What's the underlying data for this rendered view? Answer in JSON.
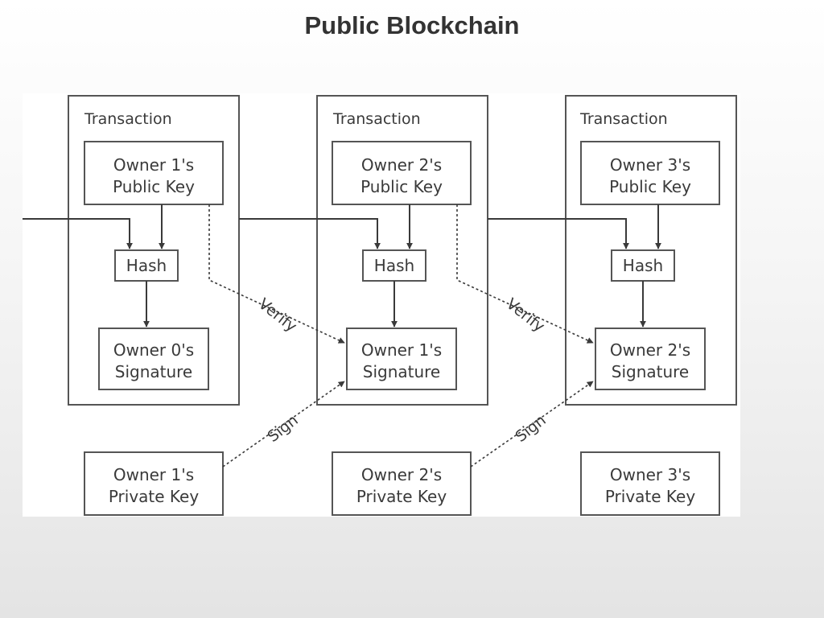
{
  "slide": {
    "title": "Public Blockchain"
  },
  "diagram": {
    "transactions": [
      {
        "label": "Transaction",
        "public_key": [
          "Owner 1's",
          "Public Key"
        ],
        "hash": "Hash",
        "signature": [
          "Owner 0's",
          "Signature"
        ],
        "private_key": [
          "Owner 1's",
          "Private Key"
        ]
      },
      {
        "label": "Transaction",
        "public_key": [
          "Owner 2's",
          "Public Key"
        ],
        "hash": "Hash",
        "signature": [
          "Owner 1's",
          "Signature"
        ],
        "private_key": [
          "Owner 2's",
          "Private Key"
        ]
      },
      {
        "label": "Transaction",
        "public_key": [
          "Owner 3's",
          "Public Key"
        ],
        "hash": "Hash",
        "signature": [
          "Owner 2's",
          "Signature"
        ],
        "private_key": [
          "Owner 3's",
          "Private Key"
        ]
      }
    ],
    "edge_labels": {
      "verify": "Verify",
      "sign": "Sign"
    }
  }
}
